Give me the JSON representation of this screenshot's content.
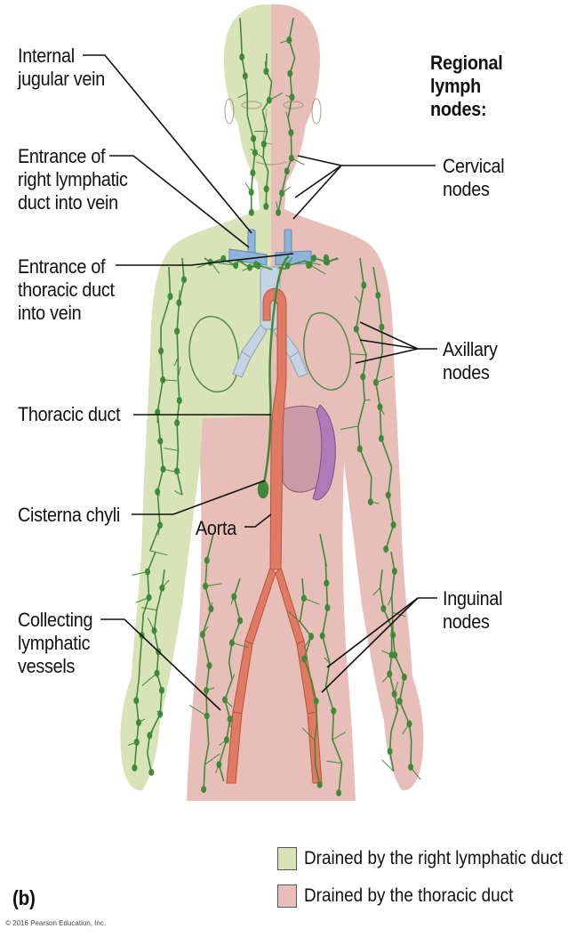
{
  "labels": {
    "internal_jugular": [
      "Internal",
      "jugular vein"
    ],
    "right_lymphatic_entrance": [
      "Entrance of",
      "right lymphatic",
      "duct into vein"
    ],
    "thoracic_entrance": [
      "Entrance of",
      "thoracic duct",
      "into vein"
    ],
    "thoracic_duct": [
      "Thoracic duct"
    ],
    "cisterna_chyli": [
      "Cisterna chyli"
    ],
    "aorta": [
      "Aorta"
    ],
    "collecting_vessels": [
      "Collecting",
      "lymphatic",
      "vessels"
    ],
    "regional_heading": [
      "Regional",
      "lymph",
      "nodes:"
    ],
    "cervical": [
      "Cervical",
      "nodes"
    ],
    "axillary": [
      "Axillary",
      "nodes"
    ],
    "inguinal": [
      "Inguinal",
      "nodes"
    ]
  },
  "legend": {
    "right_duct": "Drained by the right lymphatic duct",
    "thoracic_duct": "Drained by the thoracic duct"
  },
  "panel_label": "(b)",
  "copyright": "© 2016 Pearson Education, Inc.",
  "colors": {
    "right_region": "#d8e3b8",
    "thoracic_region": "#e8bfb8",
    "lymph_green": "#3f8a3a",
    "vein_blue": "#8fb4d8",
    "aorta_red": "#e07a62"
  }
}
